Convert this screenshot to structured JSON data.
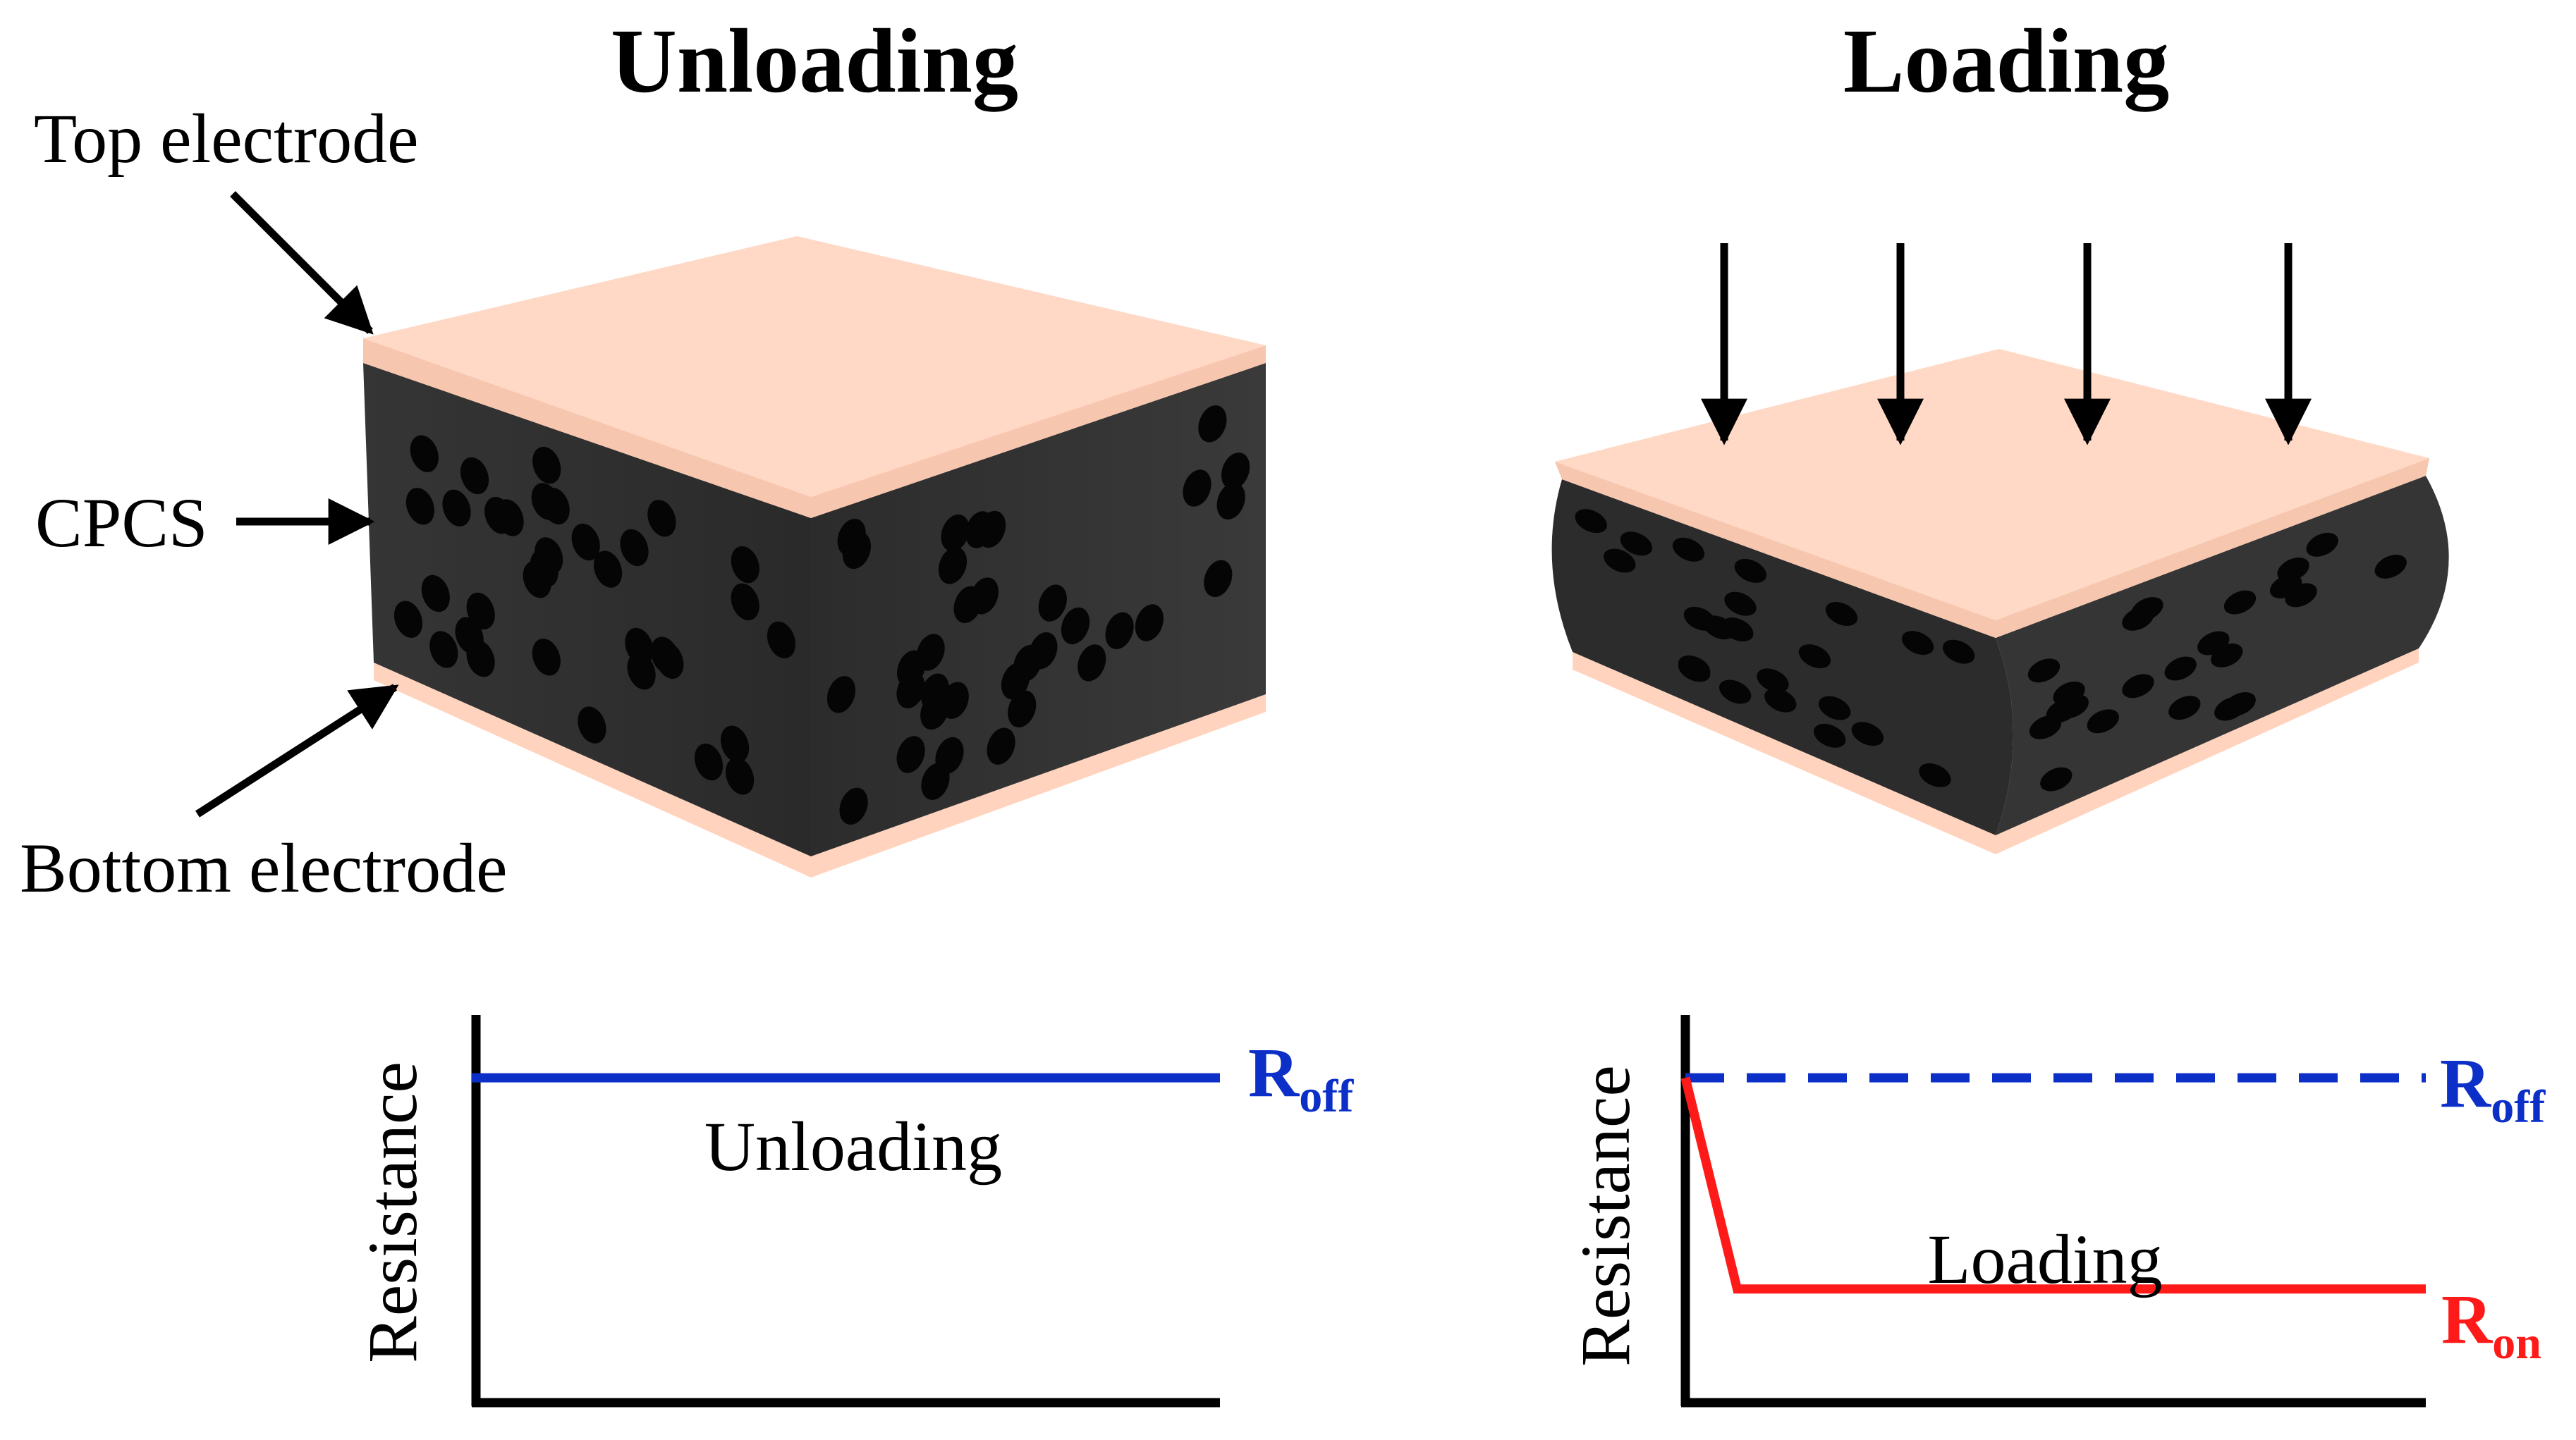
{
  "panels": {
    "unloading": {
      "title": "Unloading",
      "label_top": "Top electrode",
      "label_middle": "CPCS",
      "label_bottom": "Bottom electrode"
    },
    "loading": {
      "title": "Loading"
    }
  },
  "graphs": {
    "left": {
      "ylabel": "Resistance",
      "curve_label": "Unloading",
      "r_off": {
        "main": "R",
        "sub": "off"
      }
    },
    "right": {
      "ylabel": "Resistance",
      "curve_label": "Loading",
      "r_off": {
        "main": "R",
        "sub": "off"
      },
      "r_on": {
        "main": "R",
        "sub": "on"
      }
    }
  },
  "colors": {
    "electrode": "#ffd9c6",
    "electrode_edge": "#f7c6ae",
    "cpcs": "#2a2a2a",
    "pore": "#050505",
    "r_off": "#0b2fc7",
    "r_on": "#ff1a1a",
    "ink": "#000000"
  },
  "chart_data": [
    {
      "type": "line",
      "ylabel": "Resistance",
      "annotations": [
        "Unloading"
      ],
      "series": [
        {
          "name": "Roff",
          "x": [
            0,
            1
          ],
          "y": [
            1,
            1
          ],
          "style": "solid",
          "color": "#0b2fc7"
        }
      ],
      "ylim": [
        0,
        1.15
      ]
    },
    {
      "type": "line",
      "ylabel": "Resistance",
      "annotations": [
        "Loading"
      ],
      "series": [
        {
          "name": "Roff",
          "x": [
            0,
            1
          ],
          "y": [
            1,
            1
          ],
          "style": "dashed",
          "color": "#0b2fc7"
        },
        {
          "name": "Ron",
          "x": [
            0,
            0.07,
            1
          ],
          "y": [
            1,
            0.35,
            0.35
          ],
          "style": "solid",
          "color": "#ff1a1a"
        }
      ],
      "ylim": [
        0,
        1.15
      ]
    }
  ]
}
